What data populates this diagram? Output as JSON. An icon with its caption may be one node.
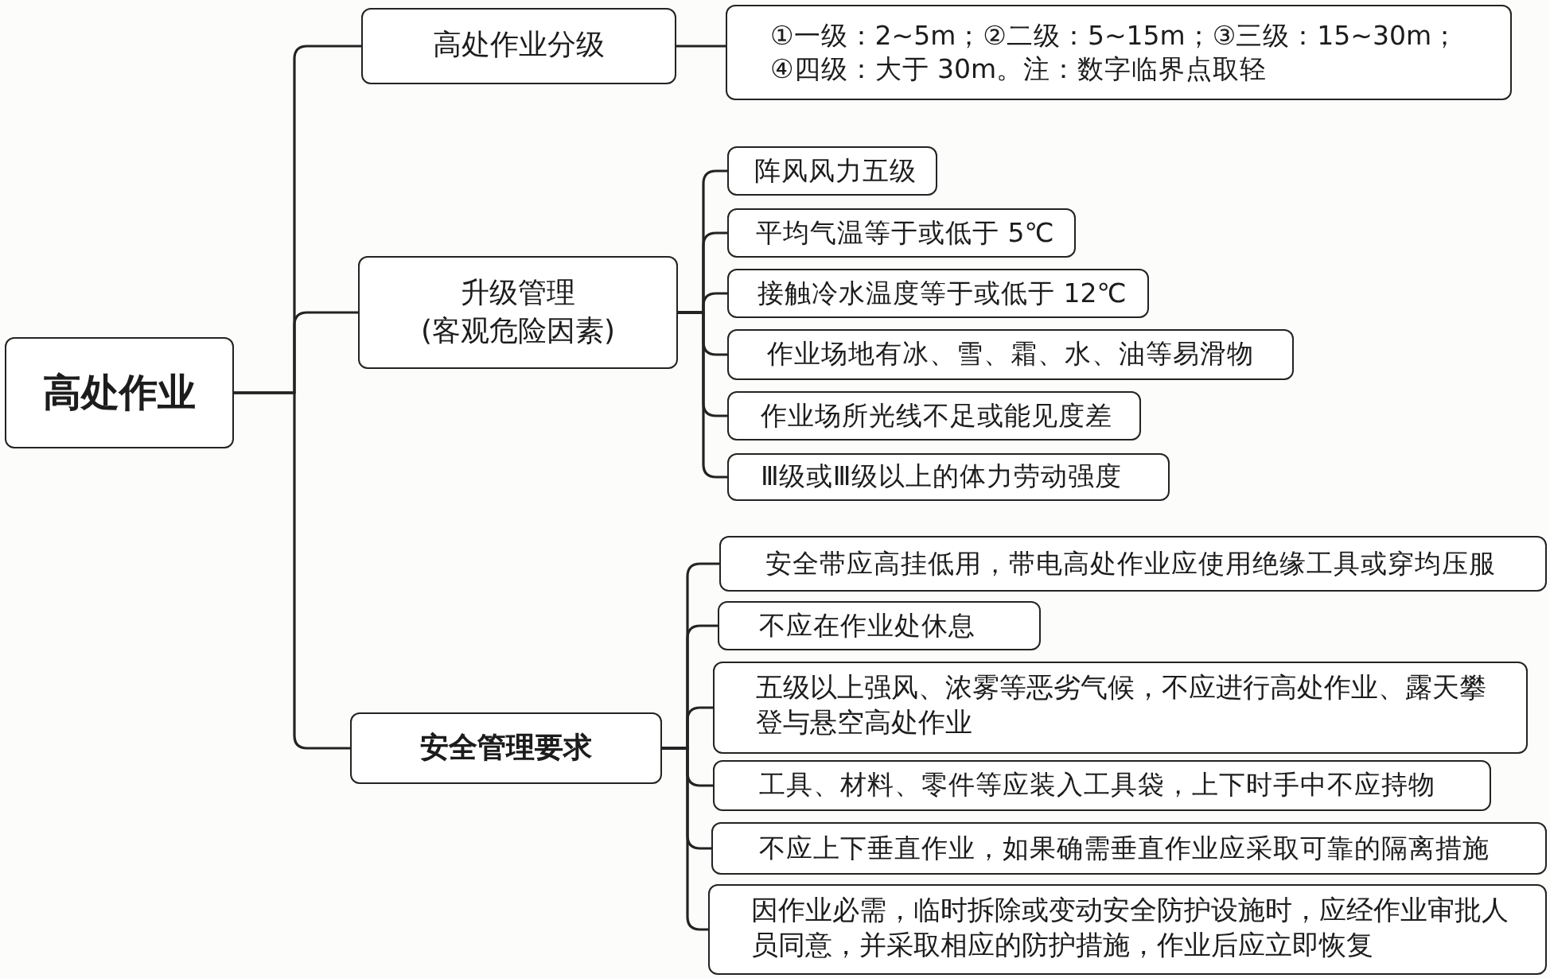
{
  "diagram": {
    "nodes": [
      {
        "text": [
          "高处作业"
        ]
      },
      {
        "text": [
          "高处作业分级"
        ]
      },
      {
        "text": [
          "①一级：2~5m；②二级：5~15m；③三级：15~30m；④四级：大于 30m。注：数字临界点取轻"
        ]
      },
      {
        "text": [
          "升级管理",
          "(客观危险因素)"
        ]
      },
      {
        "text": [
          "阵风风力五级"
        ]
      },
      {
        "text": [
          "平均气温等于或低于 5℃"
        ]
      },
      {
        "text": [
          "接触冷水温度等于或低于 12℃"
        ]
      },
      {
        "text": [
          "作业场地有冰、雪、霜、水、油等易滑物"
        ]
      },
      {
        "text": [
          "作业场所光线不足或能见度差"
        ]
      },
      {
        "text": [
          "Ⅲ级或Ⅲ级以上的体力劳动强度"
        ]
      },
      {
        "text": [
          "安全管理要求"
        ]
      },
      {
        "text": [
          "安全带应高挂低用，带电高处作业应使用绝缘工具或穿均压服"
        ]
      },
      {
        "text": [
          "不应在作业处休息"
        ]
      },
      {
        "text": [
          "五级以上强风、浓雾等恶劣气候，不应进行高处作业、露天攀登与悬空高处作业"
        ]
      },
      {
        "text": [
          "工具、材料、零件等应装入工具袋，上下时手中不应持物"
        ]
      },
      {
        "text": [
          "不应上下垂直作业，如果确需垂直作业应采取可靠的隔离措施"
        ]
      },
      {
        "text": [
          "因作业必需，临时拆除或变动安全防护设施时，应经作业审批人员同意，并采取相应的防护措施，作业后应立即恢复"
        ]
      }
    ],
    "edges": [
      {
        "from": 0,
        "to": 1,
        "arrow": "none"
      },
      {
        "from": 0,
        "to": 3,
        "arrow": "none"
      },
      {
        "from": 0,
        "to": 10,
        "arrow": "none"
      },
      {
        "from": 1,
        "to": 2,
        "arrow": "none"
      },
      {
        "from": 3,
        "to": 4,
        "arrow": "none"
      },
      {
        "from": 3,
        "to": 5,
        "arrow": "none"
      },
      {
        "from": 3,
        "to": 6,
        "arrow": "none"
      },
      {
        "from": 3,
        "to": 7,
        "arrow": "none"
      },
      {
        "from": 3,
        "to": 8,
        "arrow": "none"
      },
      {
        "from": 3,
        "to": 9,
        "arrow": "none"
      },
      {
        "from": 10,
        "to": 11,
        "arrow": "none"
      },
      {
        "from": 10,
        "to": 12,
        "arrow": "none"
      },
      {
        "from": 10,
        "to": 13,
        "arrow": "none"
      },
      {
        "from": 10,
        "to": 14,
        "arrow": "none"
      },
      {
        "from": 10,
        "to": 15,
        "arrow": "none"
      },
      {
        "from": 10,
        "to": 16,
        "arrow": "none"
      }
    ]
  }
}
